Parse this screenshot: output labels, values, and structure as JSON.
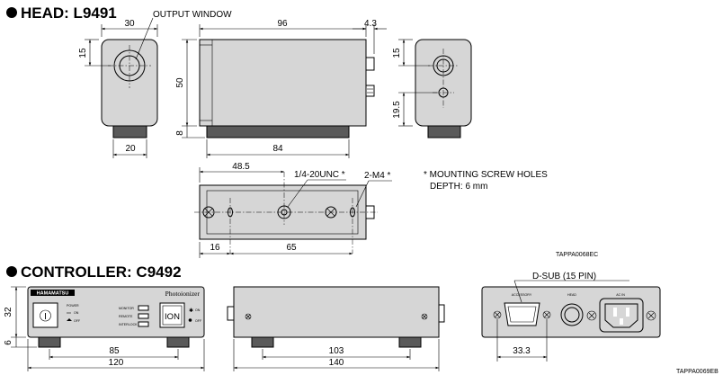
{
  "head_section": {
    "title": "HEAD: L9491",
    "output_window_label": "OUTPUT WINDOW",
    "dims": {
      "front_width": "30",
      "front_height_top": "15",
      "front_bottom_width": "20",
      "side_length": "96",
      "side_connector": "4.3",
      "side_height": "50",
      "side_foot": "8",
      "side_base": "84",
      "rear_top": "15",
      "rear_bottom": "19.5",
      "bottom_offset": "48.5",
      "bottom_left": "16",
      "bottom_span": "65"
    },
    "bottom_labels": {
      "center_hole": "1/4-20UNC *",
      "side_holes": "2-M4 *"
    },
    "note_line1": "* MOUNTING SCREW HOLES",
    "note_line2": "DEPTH: 6 mm",
    "figure_code": "TAPPA0068EC"
  },
  "controller_section": {
    "title": "CONTROLLER: C9492",
    "front_panel": {
      "brand": "HAMAMATSU",
      "model": "Photoionizer",
      "power_label": "POWER",
      "on_label": "ON",
      "off_label": "OFF",
      "monitor_label": "MONITOR",
      "remote_label": "REMOTE",
      "interlock_label": "INTERLOCK",
      "ion_button": "ION",
      "power_symbol": "I"
    },
    "rear_panel": {
      "accessory_label": "ACCESSORY",
      "head_label": "HEAD",
      "ac_label": "AC IN"
    },
    "dsub_label": "D-SUB (15 PIN)",
    "dims": {
      "front_height": "32",
      "front_foot": "6",
      "front_span": "85",
      "front_width": "120",
      "side_span": "103",
      "side_width": "140",
      "rear_offset": "33.3"
    },
    "figure_code": "TAPPA0069EB"
  }
}
